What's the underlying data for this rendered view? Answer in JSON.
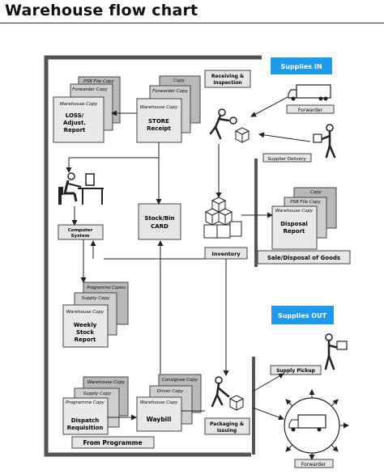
{
  "title": "Warehouse flow chart",
  "colors": {
    "accent_blue": "#1f9ae8",
    "doc_grey": "#b9b9b9",
    "doc_front": "#e9e9e9",
    "border": "#444444"
  },
  "badges": {
    "supplies_in": "Supplies IN",
    "supplies_out": "Supplies OUT"
  },
  "boxes": {
    "receiving": [
      "Receiving &",
      "Inspection"
    ],
    "stock_card": [
      "Stock/Bin",
      "CARD"
    ],
    "inventory": "Inventory",
    "computer_system": [
      "Computer",
      "System"
    ],
    "sale_disposal": "Sale/Disposal of Goods",
    "packaging": [
      "Packaging &",
      "Issuing"
    ],
    "from_programme": "From Programme",
    "supply_pickup": "Supply Pickup",
    "supplier_delivery": "Supplier Delivery",
    "forwarder_top": "Forwarder",
    "forwarder_bottom": "Forwarder"
  },
  "doc_stacks": {
    "loss": {
      "copies": [
        "PSB File Copy",
        "Forwarder Copy",
        "Warehouse Copy"
      ],
      "title": [
        "LOSS/",
        "Adjust.",
        "Report"
      ]
    },
    "store": {
      "copies": [
        "Copy",
        "Forwarder Copy",
        "Warehouse Copy"
      ],
      "title": [
        "STORE",
        "Receipt"
      ]
    },
    "disposal": {
      "copies": [
        "Copy",
        "PSB File Copy",
        "Warehouse Copy"
      ],
      "title": [
        "Disposal",
        "Report"
      ]
    },
    "weekly": {
      "copies": [
        "Programme Copies",
        "Supply Copy",
        "Warehouse Copy"
      ],
      "title": [
        "Weekly",
        "Stock",
        "Report"
      ]
    },
    "dispatch": {
      "copies": [
        "Warehouse Copy",
        "Supply Copy",
        "Programme Copy"
      ],
      "title": [
        "Dispatch",
        "Requisition"
      ]
    },
    "waybill": {
      "copies": [
        "Consignee Copy",
        "Driver Copy",
        "Warehouse Copy"
      ],
      "title": [
        "Waybill"
      ]
    }
  }
}
